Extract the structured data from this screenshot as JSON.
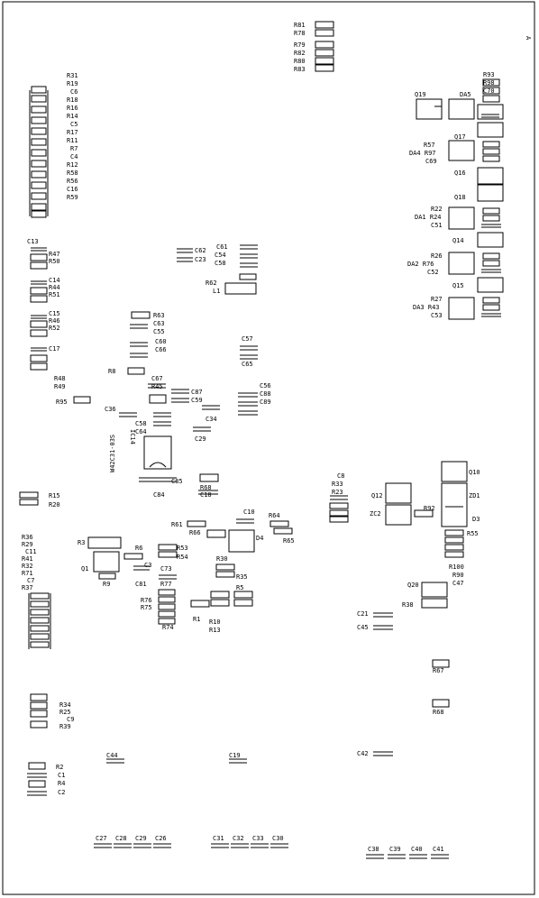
{
  "corner_mark": "A",
  "labels": {
    "l0": "R81",
    "l1": "R78",
    "l2": "R79",
    "l3": "R82",
    "l4": "R80",
    "l5": "R83",
    "l6": "R31",
    "l7": "R19",
    "l8": "C6",
    "l9": "R18",
    "l10": "R16",
    "l11": "R14",
    "l12": "C5",
    "l13": "R17",
    "l14": "R11",
    "l15": "R7",
    "l16": "C4",
    "l17": "R12",
    "l18": "R58",
    "l19": "R56",
    "l20": "C16",
    "l21": "R59",
    "l22": "R93",
    "l23": "R98",
    "l24": "C70",
    "l25": "Q19",
    "l26": "DA5",
    "l27": "Q17",
    "l28": "R57",
    "l29": "DA4 R97",
    "l30": "C69",
    "l31": "Q16",
    "l32": "Q18",
    "l33": "R22",
    "l34": "DA1 R24",
    "l35": "C51",
    "l36": "Q14",
    "l37": "R26",
    "l38": "DA2 R76",
    "l39": "C52",
    "l40": "Q15",
    "l41": "R27",
    "l42": "DA3 R43",
    "l43": "C53",
    "l44": "C13",
    "l45": "R47",
    "l46": "R50",
    "l47": "C14",
    "l48": "R44",
    "l49": "R51",
    "l50": "C15",
    "l51": "R46",
    "l52": "R52",
    "l53": "C17",
    "l54": "R48",
    "l55": "R49",
    "l56": "R95",
    "l57": "C62",
    "l58": "C23",
    "l59": "C61",
    "l60": "C54",
    "l61": "C58",
    "l62": "R62",
    "l63": "L1",
    "l64": "R63",
    "l65": "C63",
    "l66": "C55",
    "l67": "C60",
    "l68": "C66",
    "l69": "C57",
    "l70": "C65",
    "l71": "R8",
    "l72": "C67",
    "l73": "R45",
    "l74": "C87",
    "l75": "C59",
    "l76": "C56",
    "l77": "C88",
    "l78": "C89",
    "l79": "C36",
    "l80": "C58",
    "l81": "C64",
    "l82": "C34",
    "l83": "C29",
    "l84": "IC14",
    "l85": "W42C31-03S",
    "l86": "C85",
    "l87": "C84",
    "l88": "R68",
    "l89": "C18",
    "l90": "C8",
    "l91": "R33",
    "l92": "R23",
    "l93": "Q10",
    "l94": "Q12",
    "l95": "ZD1",
    "l96": "ZC2",
    "l97": "R92",
    "l98": "D3",
    "l99": "R55",
    "l100": "R100",
    "l101": "R90",
    "l102": "C47",
    "l103": "Q20",
    "l104": "R38",
    "l105": "C21",
    "l106": "C45",
    "l107": "R67",
    "l108": "R68",
    "l109": "R15",
    "l110": "R20",
    "l111": "C10",
    "l112": "R64",
    "l113": "R61",
    "l114": "R66",
    "l115": "D4",
    "l116": "R65",
    "l117": "R36",
    "l118": "R29",
    "l119": "C11",
    "l120": "R41",
    "l121": "R32",
    "l122": "R71",
    "l123": "C7",
    "l124": "R37",
    "l125": "R3",
    "l126": "R6",
    "l127": "R53",
    "l128": "R54",
    "l129": "Q1",
    "l130": "C3",
    "l131": "R9",
    "l132": "C81",
    "l133": "C73",
    "l134": "R77",
    "l135": "R30",
    "l136": "R35",
    "l137": "R5",
    "l138": "R76",
    "l139": "R75",
    "l140": "R74",
    "l141": "R1",
    "l142": "R10",
    "l143": "R13",
    "l144": "R34",
    "l145": "R25",
    "l146": "C9",
    "l147": "R39",
    "l148": "C44",
    "l149": "C19",
    "l150": "C42",
    "l151": "R2",
    "l152": "C1",
    "l153": "R4",
    "l154": "C2",
    "l155": "C27",
    "l156": "C28",
    "l157": "C29",
    "l158": "C26",
    "l159": "C31",
    "l160": "C32",
    "l161": "C33",
    "l162": "C30",
    "l163": "C38",
    "l164": "C39",
    "l165": "C40",
    "l166": "C41"
  }
}
